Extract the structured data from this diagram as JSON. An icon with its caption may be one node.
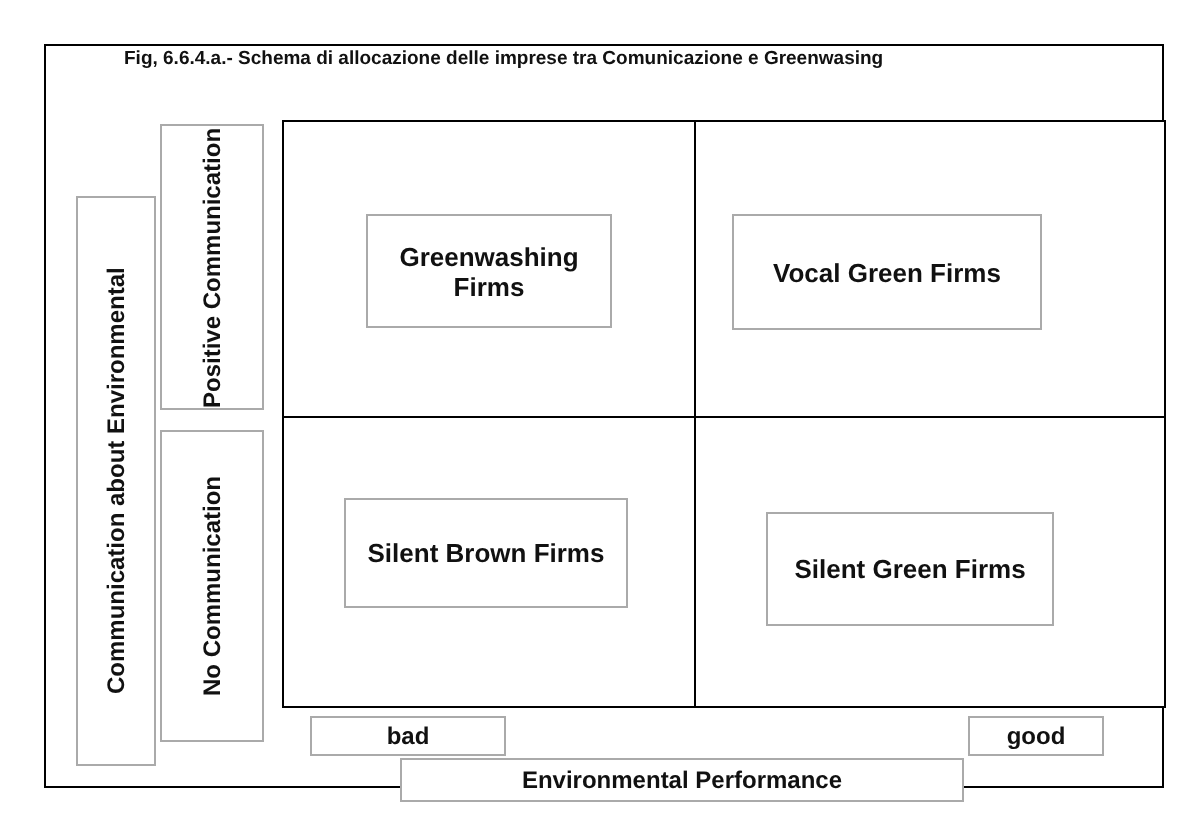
{
  "diagram": {
    "title": "Fig, 6.6.4.a.- Schema di allocazione delle imprese tra Comunicazione e Greenwasing",
    "nodes": [
      {
        "text": [
          "Communication about Environmental"
        ]
      },
      {
        "text": [
          "Positive Communication"
        ]
      },
      {
        "text": [],
        "shape": "box"
      },
      {
        "text": [
          "Greenwashing Firms"
        ],
        "in": 2
      },
      {
        "text": [],
        "shape": "box"
      },
      {
        "text": [
          "Vocal Green Firms"
        ],
        "in": 4
      },
      {
        "text": [
          "No Communication"
        ]
      },
      {
        "text": [],
        "shape": "box"
      },
      {
        "text": [
          "Silent Brown Firms"
        ],
        "in": 7
      },
      {
        "text": [],
        "shape": "box"
      },
      {
        "text": [
          "Silent Green Firms"
        ],
        "in": 9
      },
      {
        "text": [
          "bad"
        ]
      },
      {
        "text": [
          "good"
        ]
      },
      {
        "text": [
          "Environmental Performance"
        ]
      }
    ],
    "edges": []
  }
}
